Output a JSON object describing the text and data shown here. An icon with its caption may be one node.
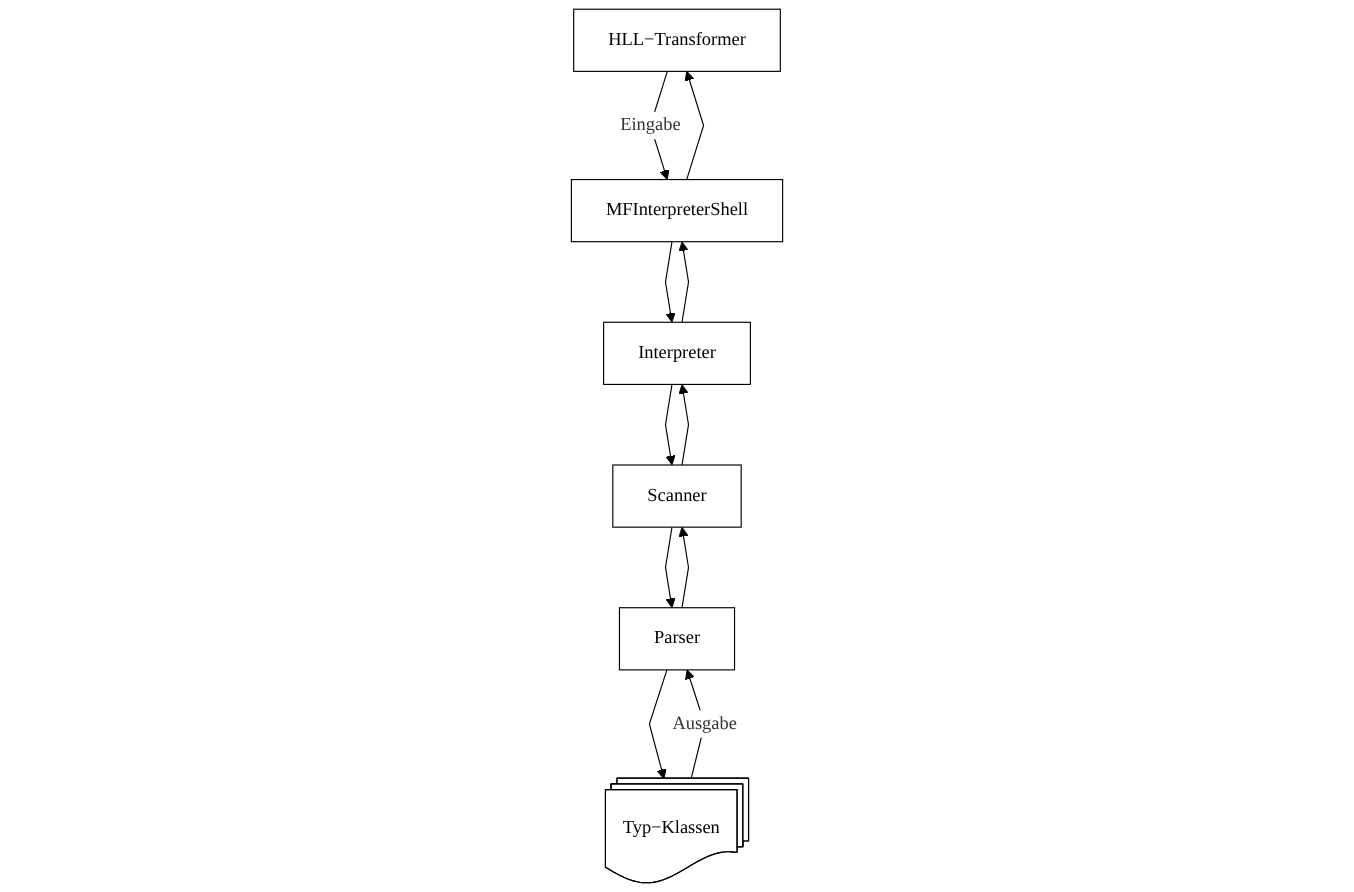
{
  "diagram": {
    "nodes": [
      {
        "text": [
          "HLL−Transformer"
        ]
      },
      {
        "text": [
          "Typ−Klassen"
        ]
      },
      {
        "text": [
          "MFInterpreterShell"
        ]
      },
      {
        "text": [
          "Parser"
        ]
      },
      {
        "text": [
          "Interpreter"
        ]
      },
      {
        "text": [
          "Scanner"
        ]
      }
    ],
    "edges": [
      {
        "from": 0,
        "to": 2,
        "arrow": "to",
        "label": "Eingabe"
      },
      {
        "from": 2,
        "to": 0,
        "arrow": "to"
      },
      {
        "from": 1,
        "to": 3,
        "arrow": "to",
        "label": "Ausgabe"
      },
      {
        "from": 3,
        "to": 1,
        "arrow": "to"
      },
      {
        "from": 2,
        "to": 4,
        "arrow": "to"
      },
      {
        "from": 4,
        "to": 2,
        "arrow": "to"
      },
      {
        "from": 3,
        "to": 5,
        "arrow": "to"
      },
      {
        "from": 5,
        "to": 3,
        "arrow": "to"
      },
      {
        "from": 5,
        "to": 4,
        "arrow": "to"
      },
      {
        "from": 4,
        "to": 5,
        "arrow": "to"
      }
    ]
  }
}
